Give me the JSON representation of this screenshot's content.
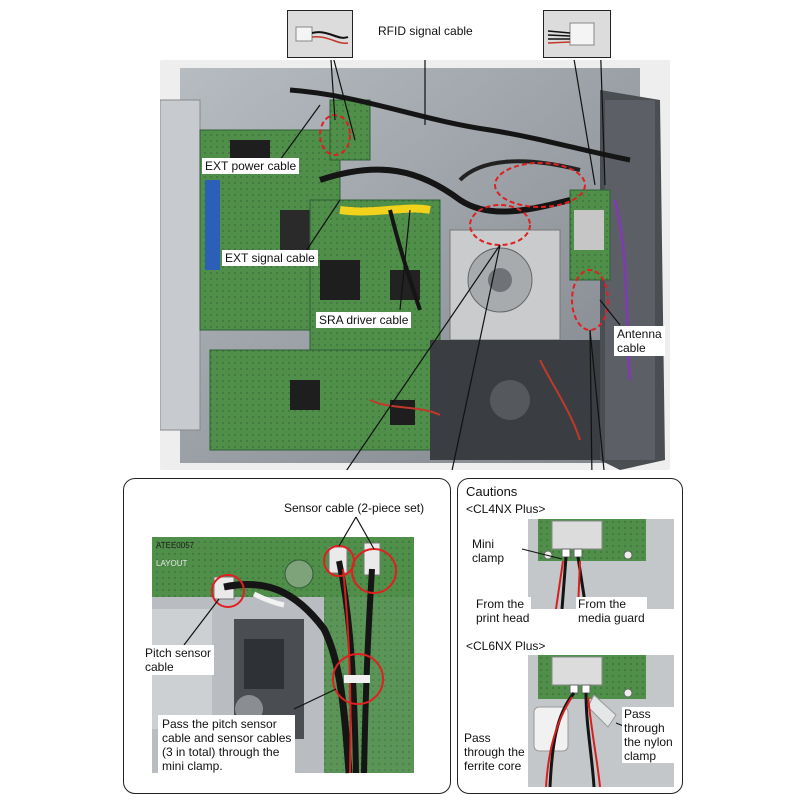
{
  "main_labels": {
    "rfid_signal_cable": "RFID signal cable",
    "ext_power_cable": "EXT power cable",
    "ext_signal_cable": "EXT signal cable",
    "sra_driver_cable": "SRA driver cable",
    "antenna_cable": "Antenna\ncable"
  },
  "left_detail": {
    "sensor_cable": "Sensor cable (2-piece set)",
    "pitch_sensor_cable": "Pitch sensor\ncable",
    "instruction": "Pass the pitch sensor\ncable and sensor cables\n(3 in total) through the\nmini clamp.",
    "board_text_1": "ATEE0057",
    "board_text_2": "LAYOUT"
  },
  "cautions": {
    "title": "Cautions",
    "cl4nx": {
      "model": "<CL4NX Plus>",
      "mini_clamp": "Mini\nclamp",
      "from_print_head": "From the\nprint head",
      "from_media_guard": "From the\nmedia guard"
    },
    "cl6nx": {
      "model": "<CL6NX Plus>",
      "nylon_clamp": "Pass\nthrough\nthe nylon\nclamp",
      "ferrite_core": "Pass\nthrough the\nferrite core"
    }
  },
  "colors": {
    "pcb_green": "#4f8f4a",
    "pcb_dark": "#2f5f35",
    "chassis": "#9aa0a6",
    "highlight_red": "#e02020",
    "cable_yellow": "#f2d21a",
    "cable_black": "#151515"
  }
}
